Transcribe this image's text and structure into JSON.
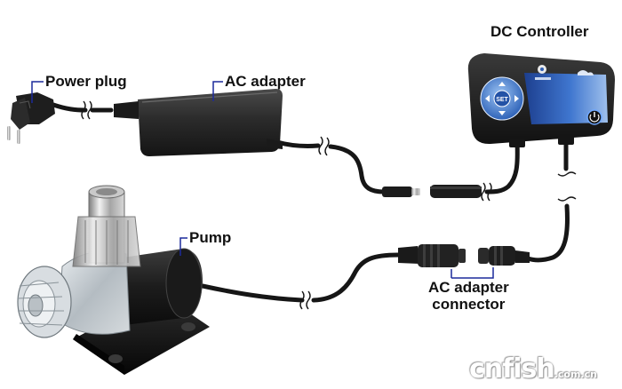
{
  "labels": {
    "power_plug": "Power plug",
    "ac_adapter": "AC adapter",
    "dc_controller": "DC Controller",
    "pump": "Pump",
    "connector_line1": "AC adapter",
    "connector_line2": "connector"
  },
  "controller": {
    "set_button": "SET"
  },
  "watermark": {
    "main": "cnfish",
    "suffix": ".com.cn"
  },
  "colors": {
    "leader_line": "#1c2a9c",
    "cable": "#161616",
    "controller_body": "#1b1b1b",
    "controller_panel": "#2f5fb3",
    "adapter_body": "#262626"
  }
}
